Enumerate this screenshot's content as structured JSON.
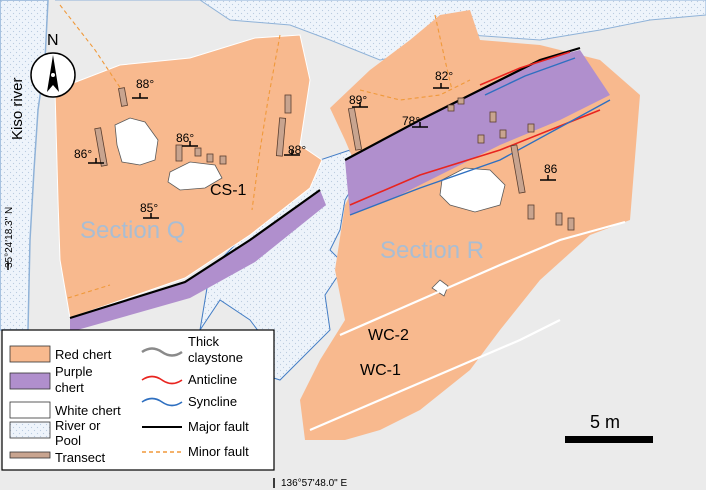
{
  "map": {
    "sections": [
      "Section Q",
      "Section R"
    ],
    "fault_labels": [
      "CS-1",
      "WC-2",
      "WC-1"
    ],
    "river_label": "Kiso river",
    "north_label": "N",
    "latitude_label": "35°24'18.3\" N",
    "longitude_label": "136°57'48.0\" E",
    "scale_label": "5 m",
    "dips": [
      "88°",
      "86°",
      "86°",
      "88°",
      "85°",
      "89°",
      "82°",
      "78°",
      "86"
    ]
  },
  "legend": {
    "items": [
      {
        "label": "Red chert",
        "symbol": "fill",
        "color": "#f8b98e"
      },
      {
        "label": "Purple",
        "symbol": "fill",
        "color": "#b08fcd"
      },
      {
        "label": "chert",
        "symbol": "continuation",
        "color": ""
      },
      {
        "label": "White chert",
        "symbol": "fill",
        "color": "#ffffff"
      },
      {
        "label": "River or",
        "symbol": "dotted",
        "color": "#e9f1fa"
      },
      {
        "label": "Pool",
        "symbol": "continuation",
        "color": ""
      },
      {
        "label": "Transect",
        "symbol": "bar",
        "color": "#c8a48f"
      },
      {
        "label": "Thick",
        "symbol": "gray-line",
        "color": "#8a8a8a"
      },
      {
        "label": "claystone",
        "symbol": "continuation",
        "color": ""
      },
      {
        "label": "Anticline",
        "symbol": "red-line",
        "color": "#e8241f"
      },
      {
        "label": "Syncline",
        "symbol": "blue-line",
        "color": "#2e6fc0"
      },
      {
        "label": "Major fault",
        "symbol": "black-line",
        "color": "#000000"
      },
      {
        "label": "Minor fault",
        "symbol": "dashed-orange",
        "color": "#f0993a"
      }
    ]
  },
  "colors": {
    "red_chert": "#f8b98e",
    "purple_chert": "#b08fcd",
    "white_chert": "#ffffff",
    "river": "#e9f1fa",
    "transect": "#c8a48f",
    "background": "#ebebeb"
  }
}
